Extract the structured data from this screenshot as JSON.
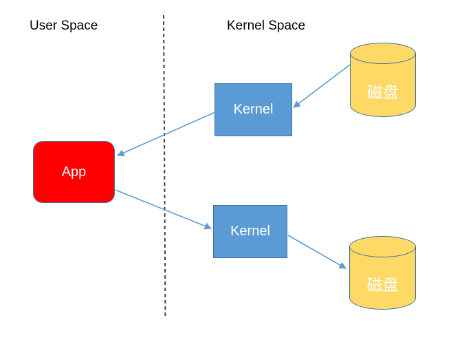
{
  "diagram": {
    "region_labels": {
      "user_space": "User Space",
      "kernel_space": "Kernel Space"
    },
    "nodes": {
      "app": {
        "label": "App"
      },
      "kernel_read": {
        "label": "Kernel"
      },
      "kernel_write": {
        "label": "Kernel"
      },
      "disk_read": {
        "label": "磁盘"
      },
      "disk_write": {
        "label": "磁盘"
      }
    },
    "edges": [
      {
        "from": "disk_read",
        "to": "kernel_read"
      },
      {
        "from": "kernel_read",
        "to": "app"
      },
      {
        "from": "app",
        "to": "kernel_write"
      },
      {
        "from": "kernel_write",
        "to": "disk_write"
      }
    ],
    "colors": {
      "app_fill": "#FE0000",
      "kernel_fill": "#5B9BD5",
      "disk_fill": "#FFD966",
      "shape_border": "#41719C",
      "arrow": "#5B9BD5",
      "divider": "#404040",
      "node_text": "#FFFFFF",
      "region_text": "#000000"
    }
  }
}
